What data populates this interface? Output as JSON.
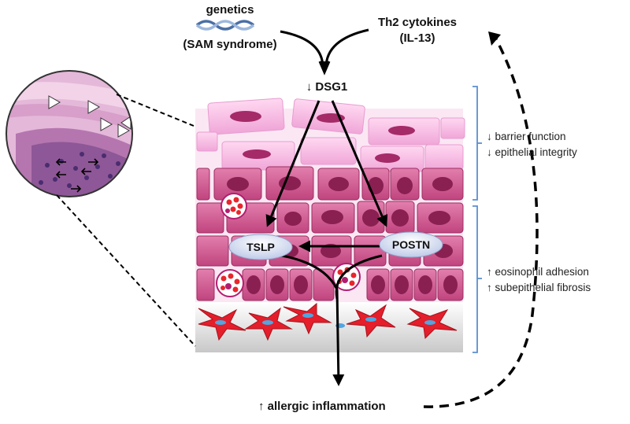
{
  "genetics": {
    "title": "genetics",
    "subtitle": "(SAM syndrome)"
  },
  "cytokines": {
    "title": "Th2 cytokines",
    "subtitle": "(IL-13)"
  },
  "dsg1": "↓ DSG1",
  "tslp": "TSLP",
  "postn": "POSTN",
  "outcome": "↑ allergic inflammation",
  "upper_effects": [
    "↓ barrier function",
    "↓ epithelial integrity"
  ],
  "lower_effects": [
    "↑ eosinophil adhesion",
    "↑ subepithelial fibrosis"
  ],
  "colors": {
    "corneum": "#f4b6e3",
    "cell": "#c9588d",
    "nucleus": "#8a1f52",
    "fibroblast": "#e41e2b",
    "pill": "#dfe6f5",
    "bracket": "#5b8fd0"
  }
}
